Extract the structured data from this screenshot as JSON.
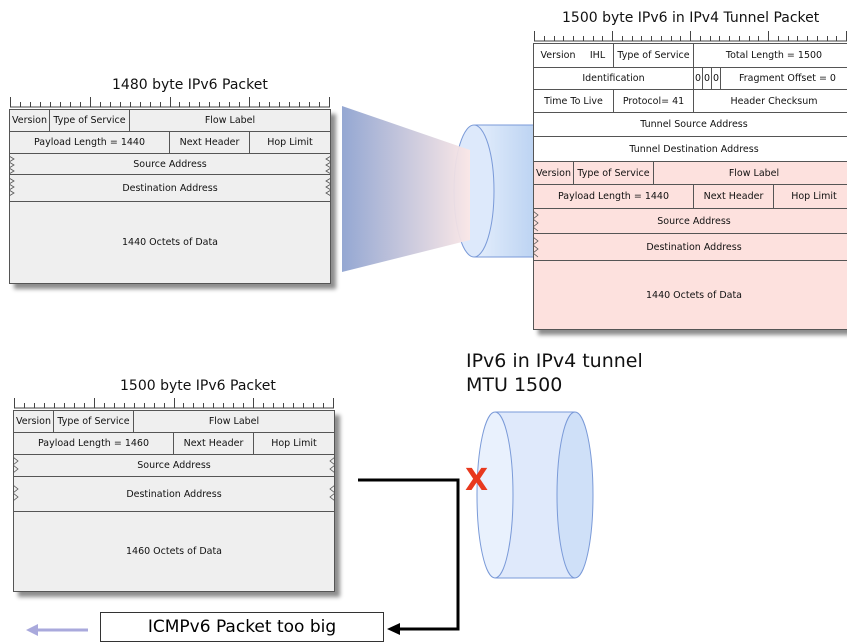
{
  "pkt1": {
    "title": "1480 byte IPv6 Packet",
    "version": "Version",
    "type_of_service": "Type of Service",
    "flow_label": "Flow Label",
    "payload_length": "Payload Length = 1440",
    "next_header": "Next Header",
    "hop_limit": "Hop Limit",
    "source": "Source Address",
    "destination": "Destination Address",
    "data": "1440 Octets of Data"
  },
  "tunnel_pkt": {
    "title": "1500 byte IPv6 in  IPv4 Tunnel Packet",
    "version": "Version",
    "ihl": "IHL",
    "type_of_service": "Type of Service",
    "total_length": "Total Length = 1500",
    "identification": "Identification",
    "flags": [
      "0",
      "0",
      "0"
    ],
    "fragment_offset": "Fragment Offset = 0",
    "ttl": "Time To Live",
    "protocol": "Protocol= 41",
    "header_checksum": "Header Checksum",
    "tunnel_source": "Tunnel Source Address",
    "tunnel_destination": "Tunnel Destination Address",
    "inner_version": "Version",
    "inner_tos": "Type of Service",
    "inner_flow_label": "Flow Label",
    "inner_payload_length": "Payload Length = 1440",
    "inner_next_header": "Next Header",
    "inner_hop_limit": "Hop Limit",
    "inner_source": "Source Address",
    "inner_destination": "Destination Address",
    "inner_data": "1440 Octets of Data"
  },
  "tunnel_label": {
    "line1": "IPv6 in IPv4 tunnel",
    "line2": "MTU  1500"
  },
  "pkt2": {
    "title": "1500 byte IPv6 Packet",
    "version": "Version",
    "type_of_service": "Type of Service",
    "flow_label": "Flow Label",
    "payload_length": "Payload Length = 1460",
    "next_header": "Next Header",
    "hop_limit": "Hop Limit",
    "source": "Source Address",
    "destination": "Destination Address",
    "data": "1460 Octets of Data"
  },
  "blocked_marker": "X",
  "icmp_label": "ICMPv6 Packet too big",
  "colors": {
    "blocked": "#e8391e",
    "tunnel_pink": "#fde1de",
    "packet_gray": "#efefef",
    "pipe_blue": "#c9dcf5",
    "back_arrow": "#a9a9dc"
  }
}
